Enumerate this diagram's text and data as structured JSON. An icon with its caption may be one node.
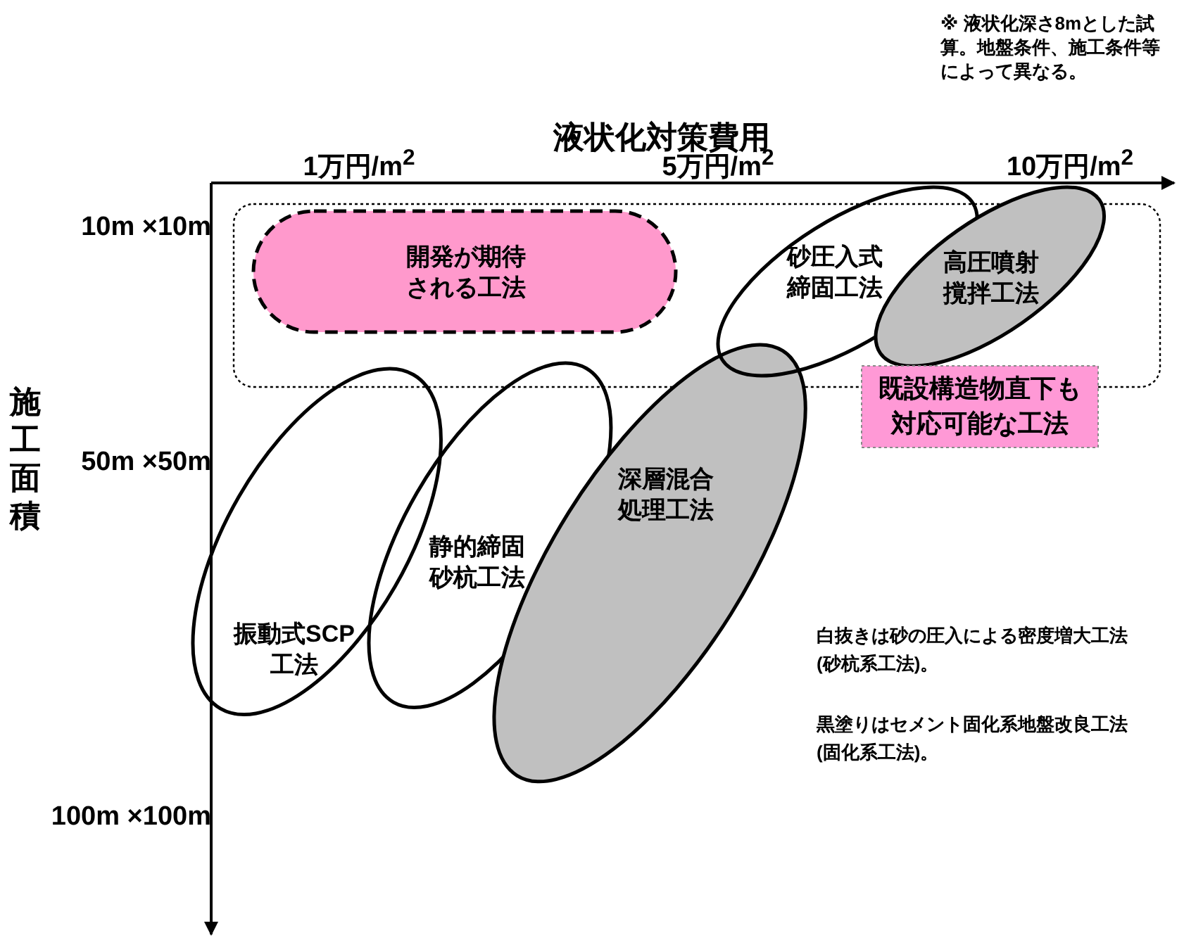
{
  "diagram": {
    "nodes": [
      {
        "text": [
          "振動式SCP工法"
        ]
      },
      {
        "text": [
          "静的締固砂杭工法"
        ]
      },
      {
        "text": [
          "深層混合処理工法"
        ]
      },
      {
        "text": [
          "開発が期待される工法"
        ]
      },
      {
        "text": [
          "砂圧入式締固工法"
        ]
      },
      {
        "text": [
          "高圧噴射撹拌工法"
        ]
      },
      {
        "text": [
          "既設構造物直下も対応可能な工法"
        ]
      }
    ],
    "edges": [],
    "labels": [
      "※ 液状化深さ8mとした試算。地盤条件、施工条件等によって異なる。",
      "液状化対策費用",
      "1万円/m$^{2}$",
      "5万円/m$^{2}$",
      "10万円/m$^{2}$",
      "10m ×10m",
      "施工面積",
      "50m ×50m",
      "100m ×100m",
      "白抜きは砂の圧入による密度増大工法(砂杭系工法)。",
      "黒塗りはセメント固化系地盤改良工法(固化系工法)。"
    ]
  }
}
